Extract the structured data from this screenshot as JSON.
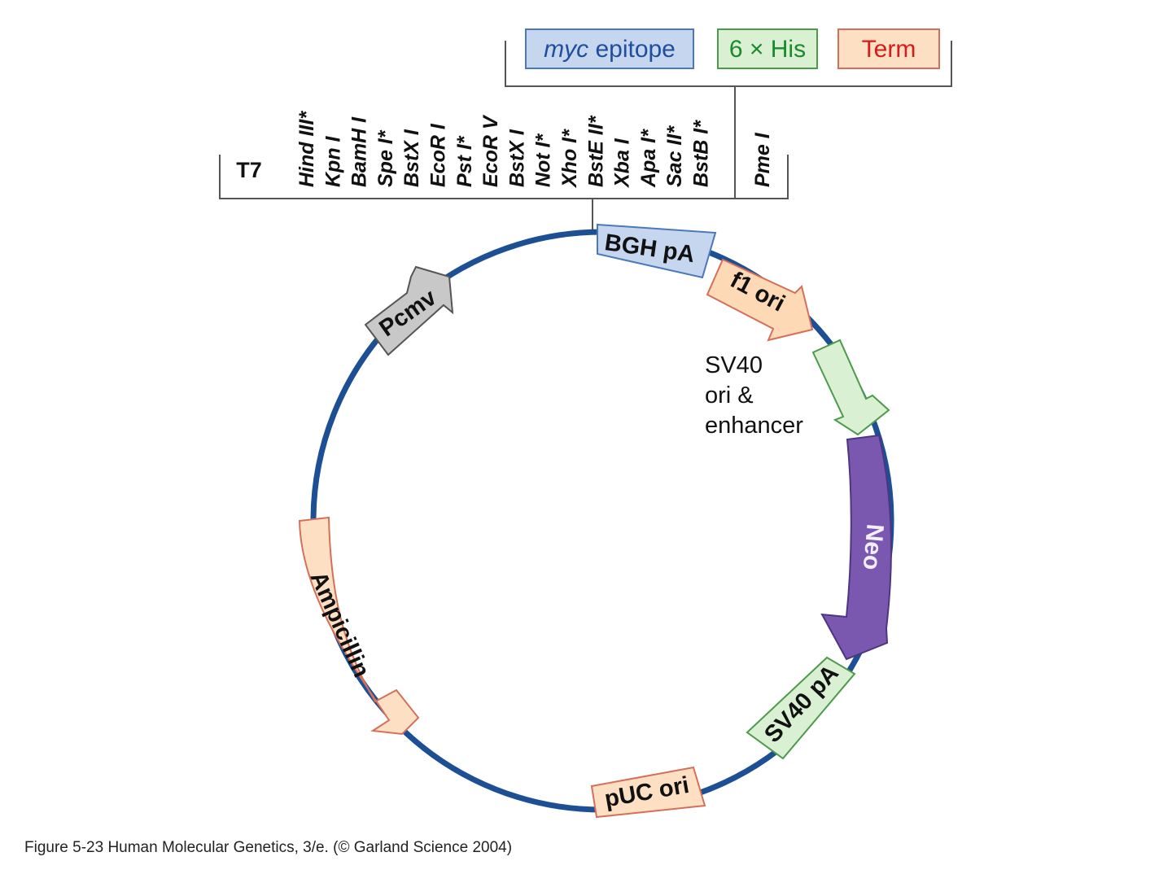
{
  "tags": [
    {
      "id": "myc",
      "italic_part": "myc",
      "rest": " epitope",
      "text_color": "#1f4e9c",
      "fill": "#c5d6ee",
      "stroke": "#4a78b8"
    },
    {
      "id": "his",
      "italic_part": "",
      "rest": "6 × His",
      "text_color": "#1b8a2a",
      "fill": "#d9f0d3",
      "stroke": "#4d9a4b"
    },
    {
      "id": "term",
      "italic_part": "",
      "rest": "Term",
      "text_color": "#d71a1a",
      "fill": "#fde0c4",
      "stroke": "#d4705a"
    }
  ],
  "promoter_label": "T7",
  "sites": [
    "Hind III*",
    "Kpn I",
    "BamH I",
    "Spe I*",
    "BstX I",
    "EcoR I",
    "Pst I*",
    "EcoR V",
    "BstX I",
    "Not I*",
    "Xho I*",
    "BstE II*",
    "Xba I",
    "Apa I*",
    "Sac II*",
    "BstB I*"
  ],
  "extra_site": "Pme I",
  "features": {
    "bgh": "BGH pA",
    "f1": "f1 ori",
    "sv40_ori_lines": [
      "SV40",
      "ori &",
      "enhancer"
    ],
    "neo": "Neo",
    "sv40_pa": "SV40 pA",
    "puc": "pUC ori",
    "amp": "Ampicillin",
    "pcmv": "Pcmv"
  },
  "colors": {
    "backbone": "#1c4f93",
    "bgh_fill": "#c5d6ee",
    "bgh_stroke": "#4a78b8",
    "f1_fill": "#fdd9b5",
    "f1_stroke": "#d4705a",
    "sv40ori_fill": "#d9f0d3",
    "sv40ori_stroke": "#4d9a4b",
    "neo_fill": "#7b58b0",
    "neo_stroke": "#4d3582",
    "sv40pa_fill": "#d9f0d3",
    "sv40pa_stroke": "#4d9a4b",
    "puc_fill": "#fde0c4",
    "puc_stroke": "#d4705a",
    "amp_fill": "#fde0c4",
    "amp_stroke": "#d4705a",
    "pcmv_fill": "#c8c8c8",
    "pcmv_stroke": "#555555"
  },
  "caption": "Figure 5-23  Human Molecular Genetics, 3/e.  (© Garland Science 2004)"
}
